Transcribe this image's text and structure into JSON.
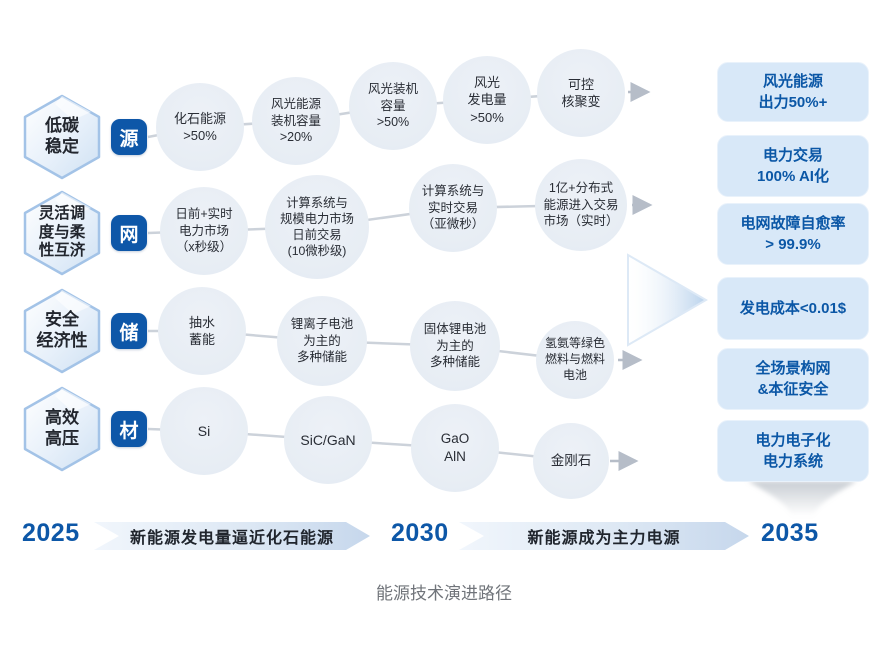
{
  "caption": "能源技术演进路径",
  "rows": [
    {
      "category": {
        "lines": [
          "低碳",
          "稳定"
        ]
      },
      "icon_label": "源",
      "nodes": [
        {
          "lines": [
            "化石能源",
            ">50%"
          ]
        },
        {
          "lines": [
            "风光能源",
            "装机容量",
            ">20%"
          ]
        },
        {
          "lines": [
            "风光装机",
            "容量",
            ">50%"
          ]
        },
        {
          "lines": [
            "风光",
            "发电量",
            ">50%"
          ]
        },
        {
          "lines": [
            "可控",
            "核聚变"
          ]
        }
      ]
    },
    {
      "category": {
        "lines": [
          "灵活调",
          "度与柔",
          "性互济"
        ]
      },
      "icon_label": "网",
      "nodes": [
        {
          "lines": [
            "日前+实时",
            "电力市场",
            "（x秒级）"
          ]
        },
        {
          "lines": [
            "计算系统与",
            "规模电力市场",
            "日前交易",
            "(10微秒级)"
          ]
        },
        {
          "lines": [
            "计算系统与",
            "实时交易",
            "（亚微秒）"
          ]
        },
        {
          "lines": [
            "1亿+分布式",
            "能源进入交易",
            "市场（实时）"
          ]
        }
      ]
    },
    {
      "category": {
        "lines": [
          "安全",
          "经济性"
        ]
      },
      "icon_label": "储",
      "nodes": [
        {
          "lines": [
            "抽水",
            "蓄能"
          ]
        },
        {
          "lines": [
            "锂离子电池",
            "为主的",
            "多种储能"
          ]
        },
        {
          "lines": [
            "固体锂电池",
            "为主的",
            "多种储能"
          ]
        },
        {
          "lines": [
            "氢氨等绿色",
            "燃料与燃料",
            "电池"
          ]
        }
      ]
    },
    {
      "category": {
        "lines": [
          "高效",
          "高压"
        ]
      },
      "icon_label": "材",
      "nodes": [
        {
          "lines": [
            "Si"
          ]
        },
        {
          "lines": [
            "SiC/GaN"
          ]
        },
        {
          "lines": [
            "GaO",
            "AlN"
          ]
        },
        {
          "lines": [
            "金刚石"
          ]
        }
      ]
    }
  ],
  "milestones": [
    {
      "lines": [
        "风光能源",
        "出力50%+"
      ]
    },
    {
      "lines": [
        "电力交易",
        "100% AI化"
      ]
    },
    {
      "lines": [
        "电网故障自愈率",
        "> 99.9%"
      ]
    },
    {
      "lines": [
        "发电成本<0.01$"
      ]
    },
    {
      "lines": [
        "全场景构网",
        "&本征安全"
      ]
    },
    {
      "lines": [
        "电力电子化",
        "电力系统"
      ]
    }
  ],
  "timeline": {
    "years": [
      "2025",
      "2030",
      "2035"
    ],
    "phases": [
      "新能源发电量逼近化石能源",
      "新能源成为主力电源"
    ]
  },
  "colors": {
    "chip_blue": "#0e57a8",
    "milestone_fill": "#d8e8f8",
    "milestone_text": "#0b57a6",
    "node_fill": "#e8edf4",
    "year_text": "#0d57a7",
    "connector_gray": "#ccd2da"
  }
}
